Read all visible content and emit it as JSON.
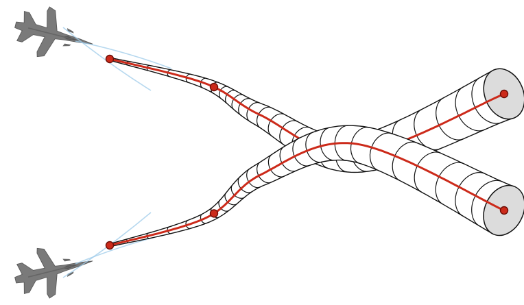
{
  "figure": {
    "aircraft": [
      {
        "name": "upper-aircraft",
        "icon": "jet-fighter-icon",
        "heading": "right-down"
      },
      {
        "name": "lower-aircraft",
        "icon": "jet-fighter-icon",
        "heading": "right-up"
      }
    ],
    "tubes": [
      {
        "name": "upper-tube",
        "segments": 26
      },
      {
        "name": "lower-tube",
        "segments": 26
      }
    ],
    "points_per_path": 3,
    "colors": {
      "background": "#ffffff",
      "aircraft_fill": "#7a7a7a",
      "aircraft_dark": "#555555",
      "tube_fill": "#ffffff",
      "tube_stroke": "#111111",
      "end_cap_fill": "#dcdcdc",
      "center_line": "#cc2a1a",
      "point_fill": "#cc2a1a",
      "point_stroke": "#6a0d05",
      "vapor": "#9ecbea"
    }
  }
}
